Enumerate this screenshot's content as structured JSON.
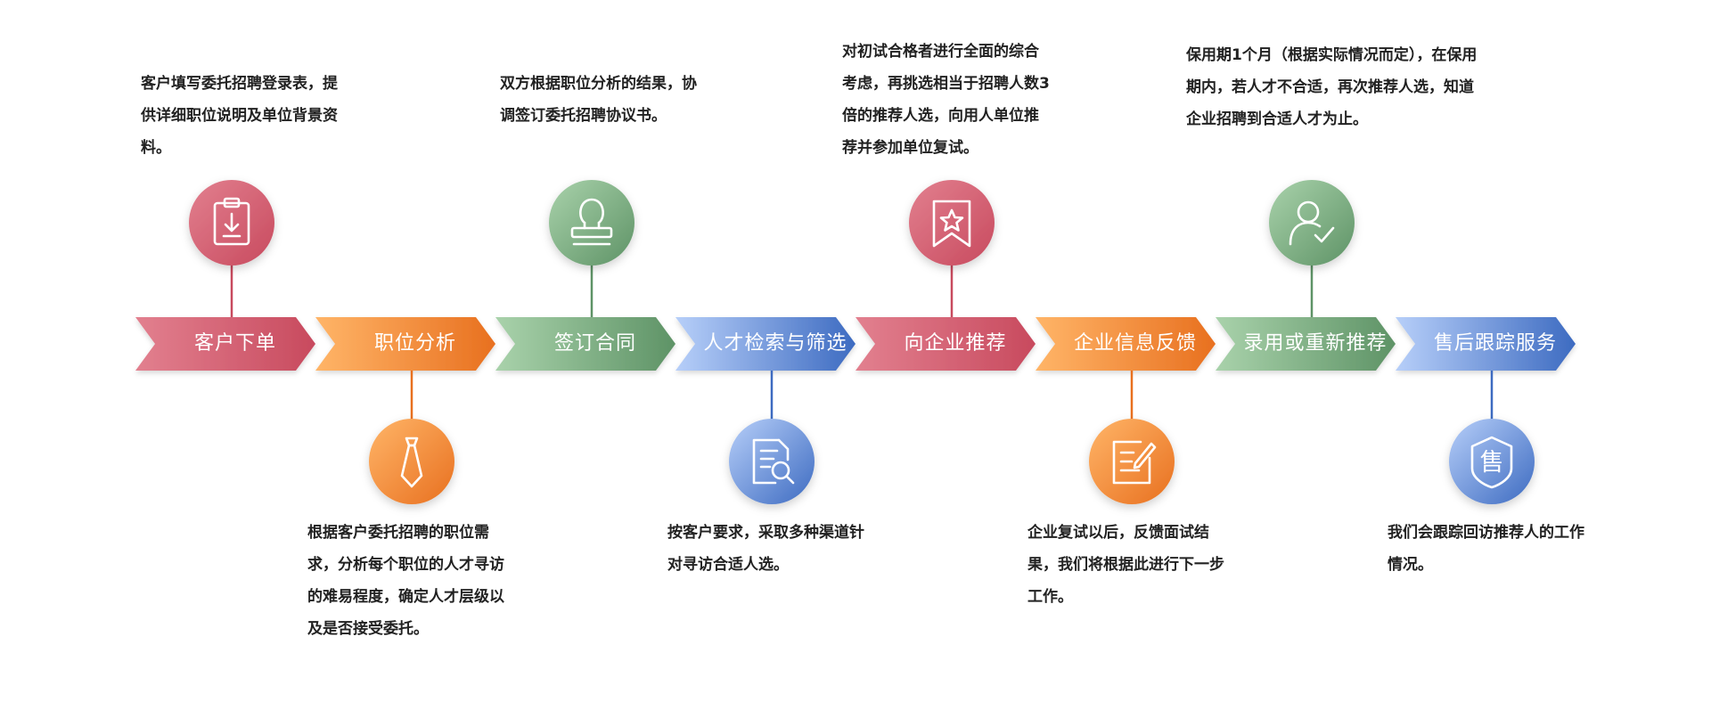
{
  "steps": [
    {
      "label": "客户下单",
      "description": "客户填写委托招聘登录表，提供详细职位说明及单位背景资料。",
      "icon": "clipboard-download-icon",
      "color": "red"
    },
    {
      "label": "职位分析",
      "description": "根据客户委托招聘的职位需求，分析每个职位的人才寻访的难易程度，确定人才层级以及是否接受委托。",
      "icon": "necktie-icon",
      "color": "orange"
    },
    {
      "label": "签订合同",
      "description": "双方根据职位分析的结果，协调签订委托招聘协议书。",
      "icon": "stamp-icon",
      "color": "green"
    },
    {
      "label": "人才检索与筛选",
      "description": "按客户要求，采取多种渠道针对寻访合适人选。",
      "icon": "document-search-icon",
      "color": "blue"
    },
    {
      "label": "向企业推荐",
      "description": "对初试合格者进行全面的综合考虑，再挑选相当于招聘人数3倍的推荐人选，向用人单位推荐并参加单位复试。",
      "icon": "bookmark-star-icon",
      "color": "red"
    },
    {
      "label": "企业信息反馈",
      "description": "企业复试以后，反馈面试结果，我们将根据此进行下一步工作。",
      "icon": "edit-note-icon",
      "color": "orange"
    },
    {
      "label": "录用或重新推荐",
      "description": "保用期1个月（根据实际情况而定），在保用期内，若人才不合适，再次推荐人选，知道企业招聘到合适人才为止。",
      "icon": "user-check-icon",
      "color": "green"
    },
    {
      "label": "售后跟踪服务",
      "description": "我们会跟踪回访推荐人的工作情况。",
      "icon": "shield-shou-icon",
      "color": "blue"
    }
  ],
  "shield_glyph": "售",
  "palette": {
    "red": [
      "#e2808f",
      "#c84a5e"
    ],
    "orange": [
      "#ffb568",
      "#e8701f"
    ],
    "green": [
      "#a9d2ab",
      "#5e9366"
    ],
    "blue": [
      "#b7cff9",
      "#3d6bc1"
    ]
  }
}
